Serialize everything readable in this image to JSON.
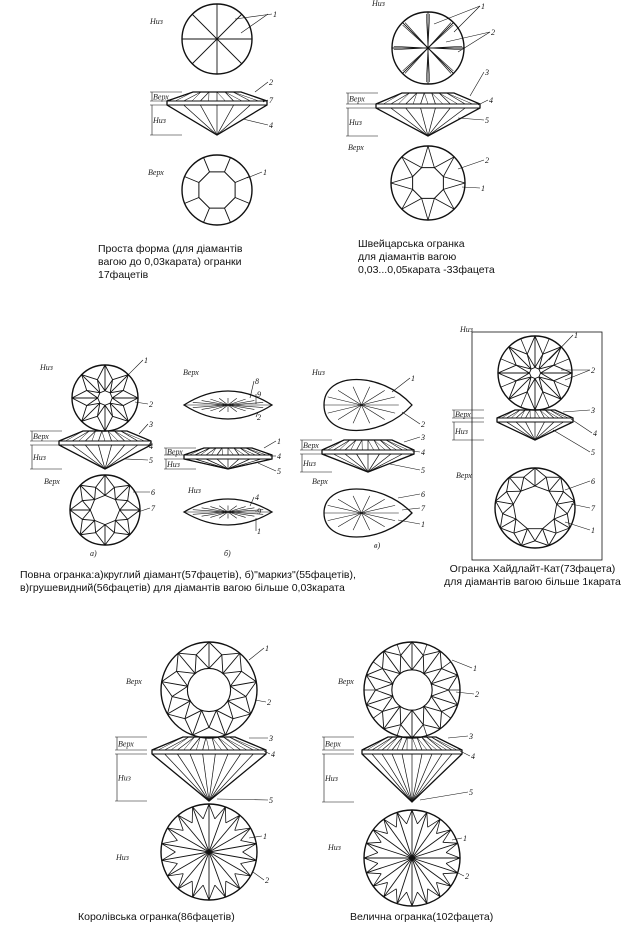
{
  "captions": {
    "simple": [
      "Проста форма (для діамантів",
      "вагою до 0,03карата) огранки",
      "17фацетів"
    ],
    "swiss": [
      "Швейцарська огранка",
      "для діамантів вагою",
      "0,03...0,05карата -33фацета"
    ],
    "full": [
      "Повна огранка:а)круглий діамант(57фацетів), б)\"маркиз\"(55фацетів),",
      "в)грушевидний(56фацетів) для діамантів вагою більше 0,03карата"
    ],
    "highlight": [
      "Огранка Хайдлайт-Кат(73фацета)",
      "для діамантів вагою більше 1карата"
    ],
    "royal": "Королівська огранка(86фацетів)",
    "great": "Велична огранка(102фацета)"
  },
  "view_labels": {
    "top": "Верх",
    "bottom": "Низ"
  },
  "subfig_labels": [
    "а)",
    "б)",
    "в)"
  ],
  "callouts": [
    "1",
    "2",
    "3",
    "4",
    "5",
    "6",
    "7",
    "8",
    "9"
  ]
}
